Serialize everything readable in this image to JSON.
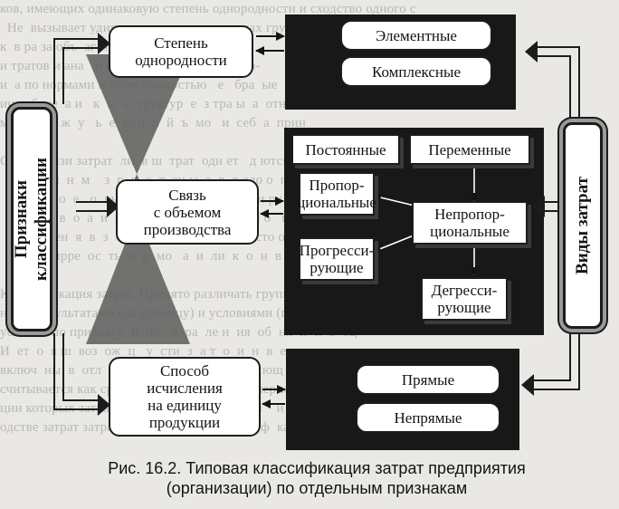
{
  "left_label": "Признаки\nклассификации",
  "right_label": "Виды затрат",
  "criteria": [
    {
      "text": "Степень\nоднородности"
    },
    {
      "text": "Связь\nс объемом\nпроизводства"
    },
    {
      "text": "Способ\nисчисления\nна единицу\nпродукции"
    }
  ],
  "groups": {
    "homogeneity": [
      "Элементные",
      "Комплексные"
    ],
    "volume": {
      "fixed": "Постоянные",
      "variable": "Переменные",
      "proportional": "Пропор-\nциональные",
      "nonproportional": "Непропор-\nциональные",
      "progressive": "Прогресси-\nрующие",
      "degressive": "Дегресси-\nрующие"
    },
    "calculation": [
      "Прямые",
      "Непрямые"
    ]
  },
  "caption": "Рис. 16.2. Типовая классификация затрат предприятия\n(организации) по отдельным признакам",
  "background_text": "ков, имеющих одинаковую степень однородности и сходство одного с\n  Нe  вызывает удивления то, что в пределах группы затрат с а про-\nк  в ра за объ  аг  т  е  з и т м н  по-\nи тратов и ана   и а и  и  выделя   а  н  ы  со-\nи  а по нормами и себестоимостью   е   бра  ые  лич-\nин ы б  ее  а и   к  ы  е  труктур  е  з тра ы  а  отн  иш-\nм  у  р   е  ж  у   ь  е  мен  и  й  ъ  мо   и  себ  а  прин\n\nСхема связи затрат  ли  в ш  трат  одн ет   д ются в с  пр  о  и\n  ть е  с ел  н  м    з  р  к  о  т  зи ы  э  в  в сло о  пре\n  иг  о   в  о  е   о  кы  ли ческим  ан и   ей  ти ру  е за\n  й е е пр  в  о  а  и  и  изво  стов  ем  се ессл о   по о  ст  о о\n  с  ч   ы  ен  я  в  з  о   е з  ь   бы  л  ш  я  в  сто ост  н  ь  ти\n  ра п   и ирре  ос  ть  о  р  мо   а  и  ли  к  о  н  в  но  у  и\n\nКлассификация затрат. Принято различать группы в сопоставле-\nнии с результатами (на единицу) и условиями (прямые и косвенные)\nусловно по признаку  и  но   в  ра  ле н  ия  об  ня  й  и  ь  оц\nИ  ет  о  я ш  воз  ож  ц   у  сти  з  а т  о  и  н  в  ет\nвключ  ны  в  отл  ич  ие  от  для  т  ы  з   у   ющ   х  ра\nсчитывается как средние за определенный период, если продук-\nции которых затраты приходятся   д  ной  из    и п   в  р  д\nодстве затрат затраты распределены между ф  ка  ми дальны м"
}
